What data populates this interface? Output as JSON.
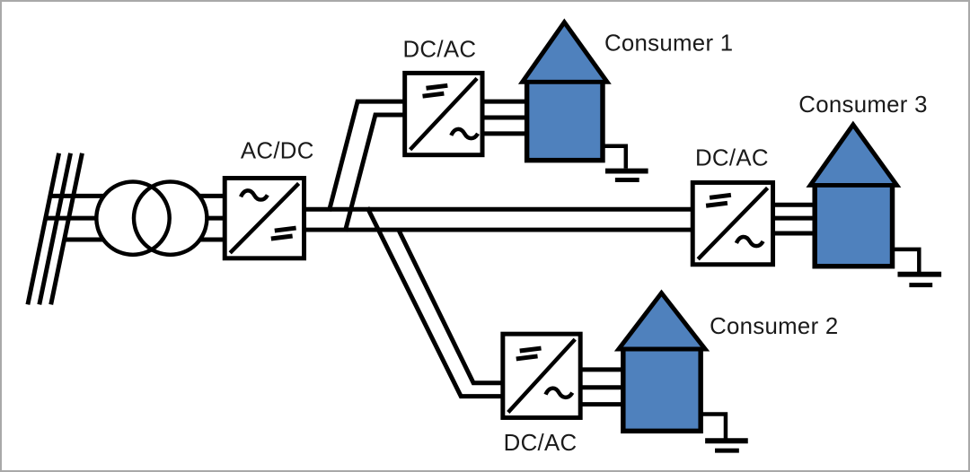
{
  "colors": {
    "house_fill": "#4f81bd",
    "wire": "#000000",
    "background": "#ffffff",
    "frame_border": "#a9a9a9",
    "text": "#1a1a1a"
  },
  "icons": {
    "grid": "three-phase-grid-icon",
    "transformer": "transformer-icon",
    "ac_symbol": "sine-wave-icon",
    "dc_symbol": "double-bar-icon",
    "house": "house-icon",
    "ground": "earth-ground-icon"
  },
  "converters": {
    "acdc": {
      "label": "AC/DC"
    },
    "dcac1": {
      "label": "DC/AC"
    },
    "dcac2": {
      "label": "DC/AC"
    },
    "dcac3": {
      "label": "DC/AC"
    }
  },
  "consumers": {
    "c1": {
      "label": "Consumer 1"
    },
    "c2": {
      "label": "Consumer 2"
    },
    "c3": {
      "label": "Consumer 3"
    }
  }
}
